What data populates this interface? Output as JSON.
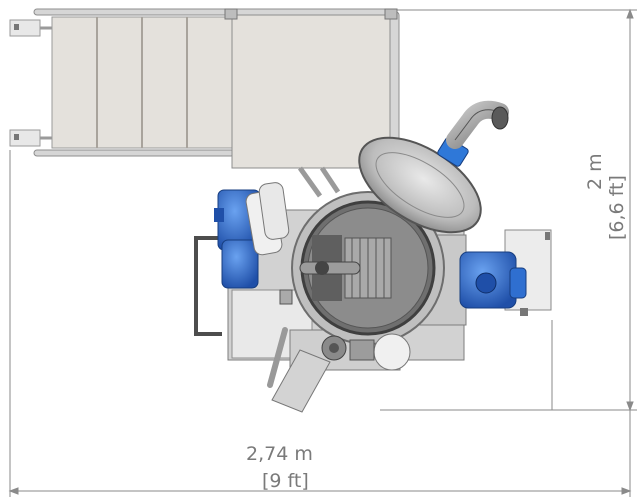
{
  "dimensions": {
    "width_metric": "2,74 m",
    "width_imperial": "[9 ft]",
    "depth_metric": "2 m",
    "depth_imperial": "[6,6 ft]"
  },
  "colors": {
    "dimension_line": "#8a8a8a",
    "frame": "#d9d9d9",
    "platform": "#e3e1de",
    "housing": "#cfcfcf",
    "motor_blue": "#2f6fd0",
    "steel_dark": "#6e6e6e"
  }
}
